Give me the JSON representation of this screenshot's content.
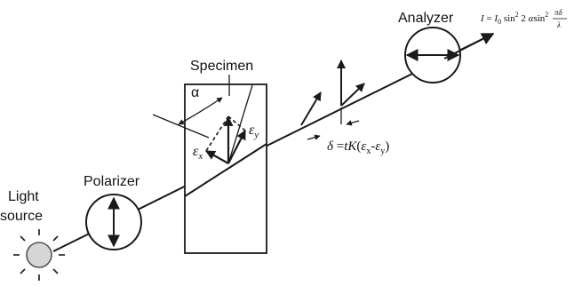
{
  "labels": {
    "light_source_line1": "Light",
    "light_source_line2": "source",
    "polarizer": "Polarizer",
    "specimen": "Specimen",
    "analyzer": "Analyzer",
    "alpha": "α"
  },
  "strain_labels": {
    "eps": "ε",
    "x_sub": "x",
    "y_sub": "y"
  },
  "retardation": {
    "delta": "δ",
    "eq": " =",
    "t": "tK",
    "open": "(",
    "eps": "ε",
    "x_sub": "x",
    "minus": "-",
    "y_sub": "y",
    "close": ")"
  },
  "intensity": {
    "I": "I",
    "eq": " = ",
    "I0": "I",
    "zero": "0",
    "sin": " sin",
    "sq1": "2",
    "two": " 2 ",
    "alpha": "α",
    "sin2": "sin",
    "sq2": "2",
    "num": "πδ",
    "den": "λ"
  },
  "colors": {
    "line": "#1a1a1a",
    "bulb": "#d6d6d6",
    "background": "#ffffff"
  }
}
